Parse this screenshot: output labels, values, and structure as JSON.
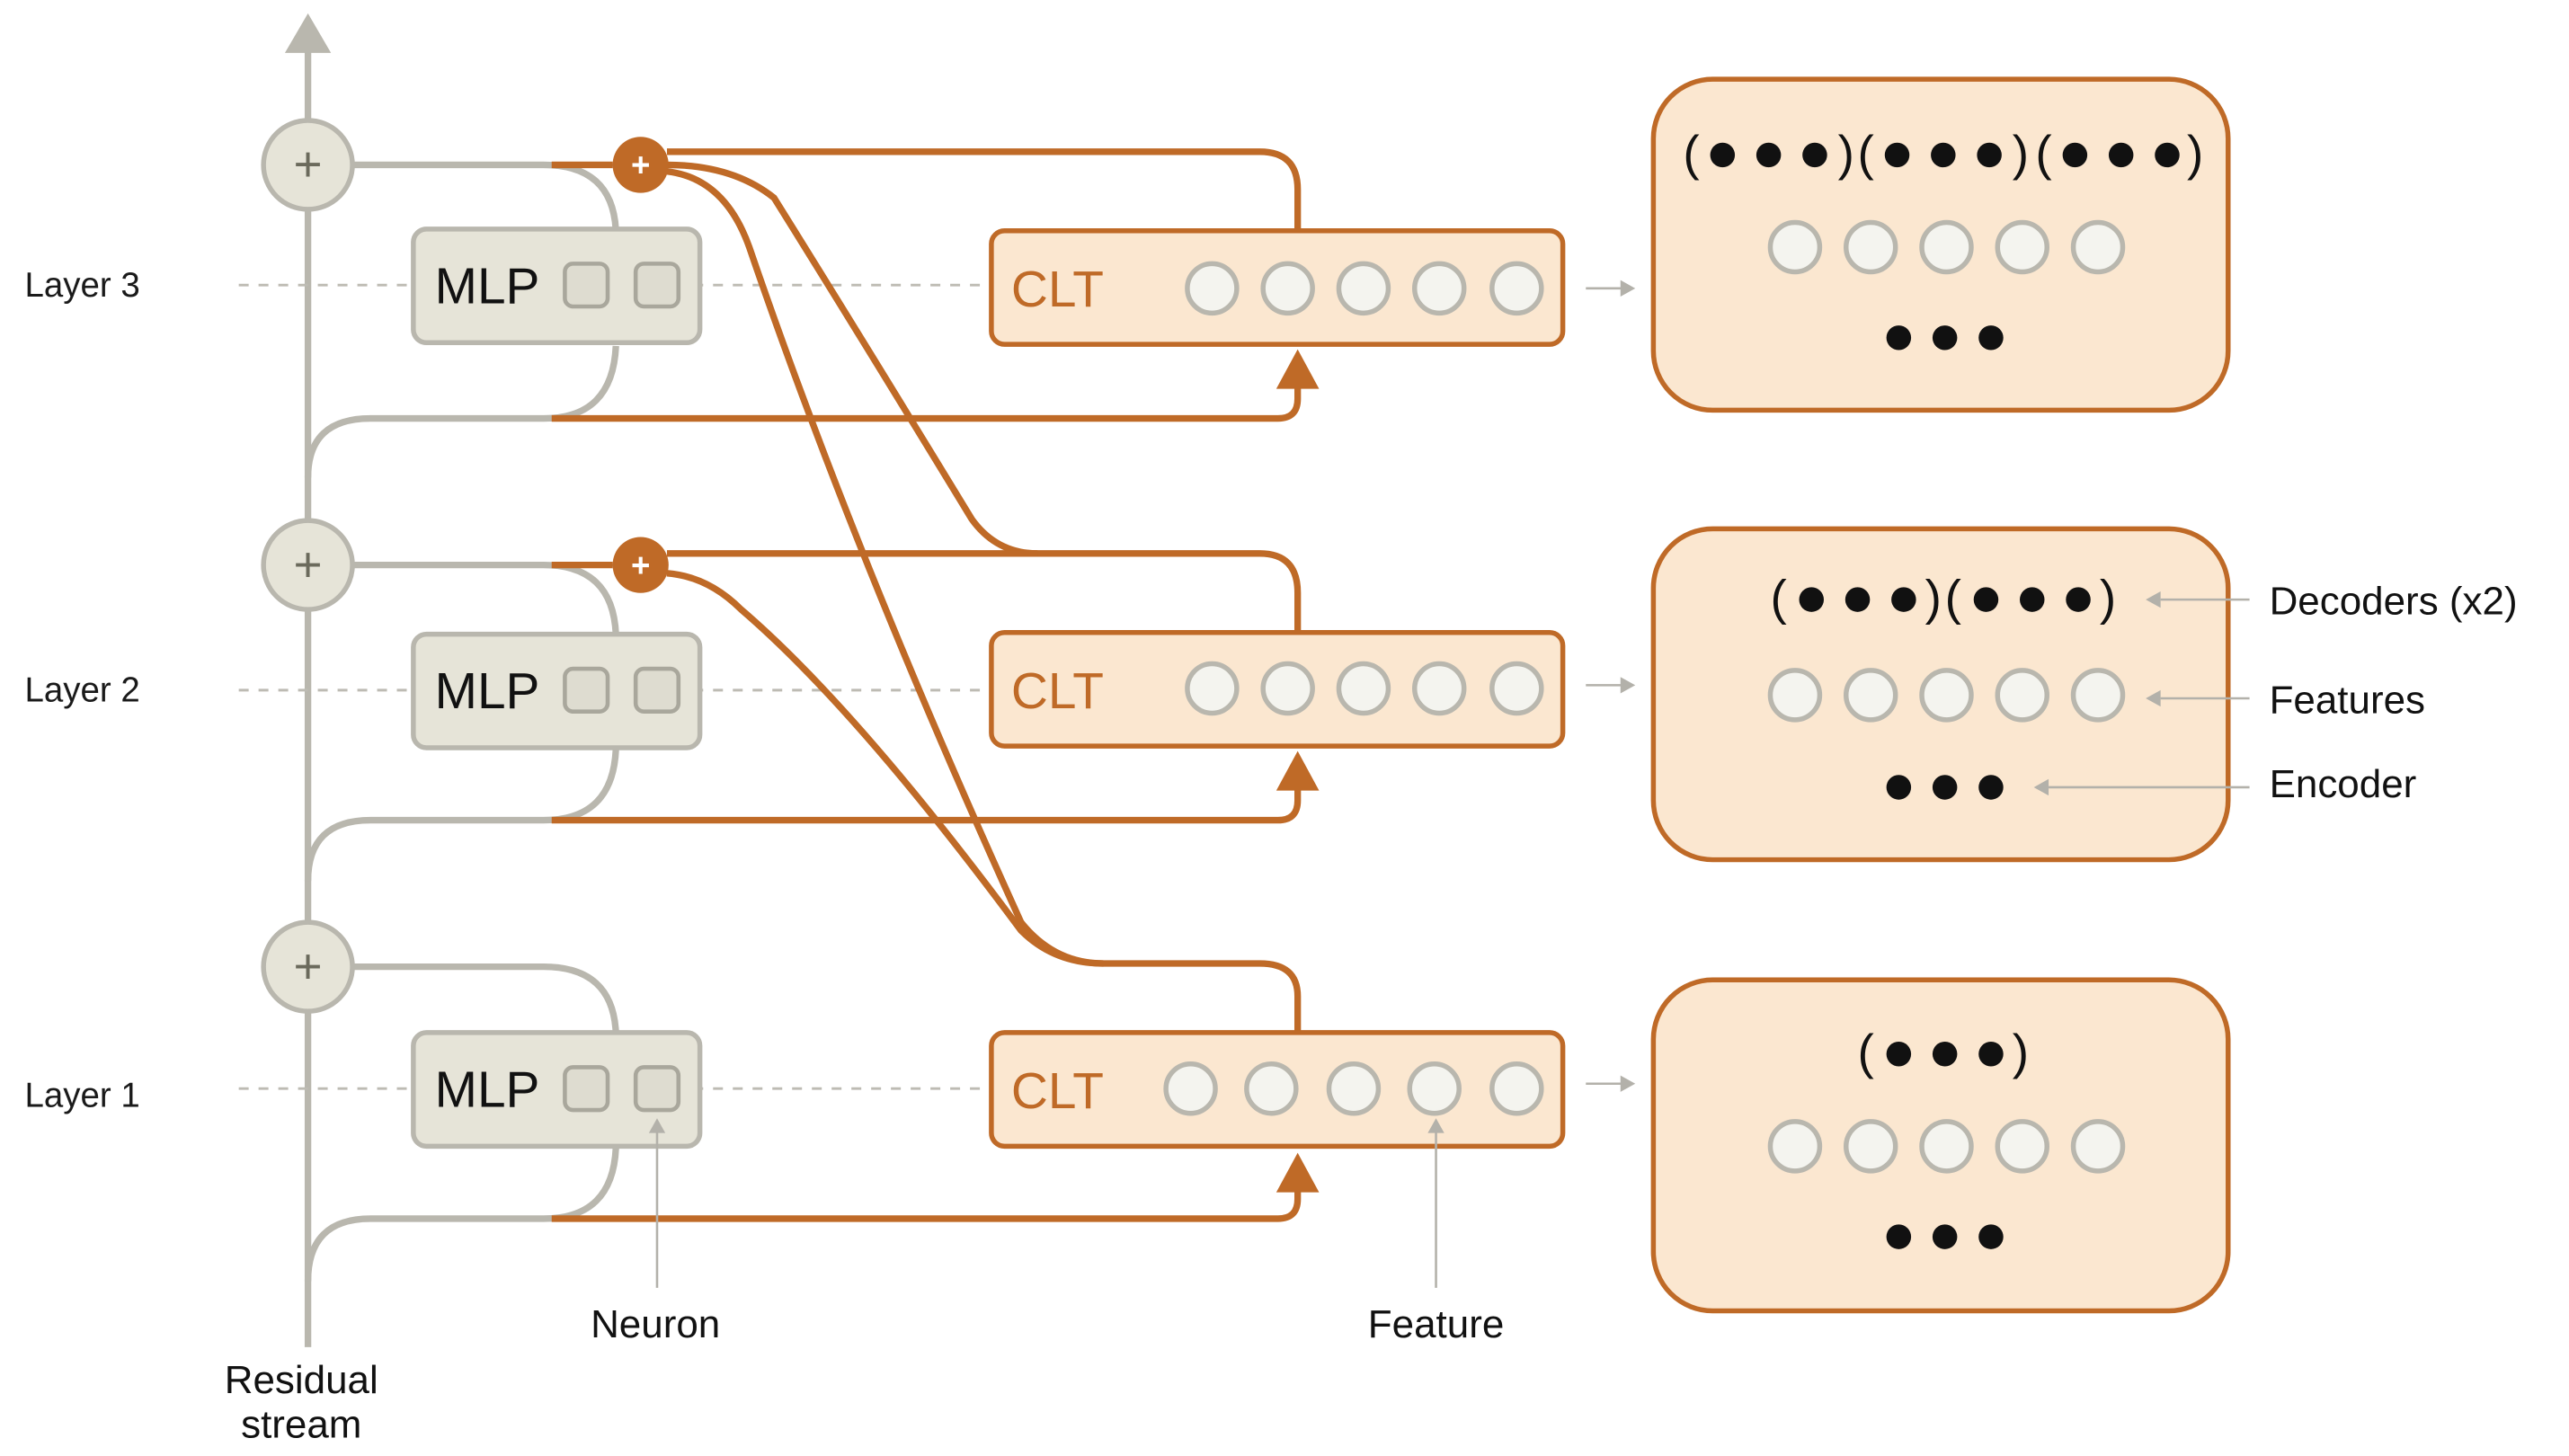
{
  "diagram": {
    "title": "Cross-layer transcoder (CLT) architecture",
    "layers": [
      {
        "label": "Layer 3",
        "mlp_label": "MLP",
        "clt_label": "CLT",
        "decoder_groups": 3,
        "feature_count": 5,
        "encoder_dots": 3
      },
      {
        "label": "Layer 2",
        "mlp_label": "MLP",
        "clt_label": "CLT",
        "decoder_groups": 2,
        "feature_count": 5,
        "encoder_dots": 3
      },
      {
        "label": "Layer 1",
        "mlp_label": "MLP",
        "clt_label": "CLT",
        "decoder_groups": 1,
        "feature_count": 5,
        "encoder_dots": 3
      }
    ],
    "annotations": {
      "decoders": "Decoders (x2)",
      "features": "Features",
      "encoder": "Encoder",
      "neuron": "Neuron",
      "feature": "Feature",
      "residual_line1": "Residual",
      "residual_line2": "stream"
    },
    "symbols": {
      "plus": "+",
      "open_paren": "(",
      "close_paren": ")"
    },
    "icons": {
      "add_node": "plus-circle-icon",
      "arrow": "arrow-icon"
    },
    "colors": {
      "orange": "#bf6a27",
      "orange_fill": "#fbe7d0",
      "gray": "#b9b7ae",
      "gray_fill": "#e6e4d8",
      "feature_fill": "#f4f4ef"
    }
  }
}
